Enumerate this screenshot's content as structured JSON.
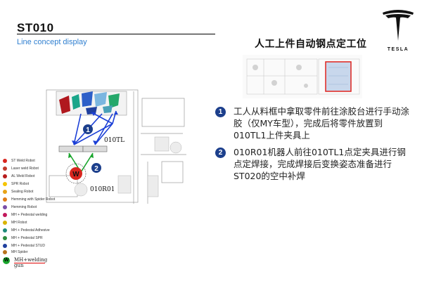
{
  "header": {
    "title": "ST010",
    "subtitle": "Line concept display"
  },
  "logo": {
    "wordmark": "TESLA",
    "icon": "tesla-t-logo",
    "color": "#c8161e"
  },
  "diagram": {
    "label_station_tl": "010TL",
    "label_station_r": "010R01",
    "callout_1": "1",
    "callout_2": "2",
    "robot_marker": "W"
  },
  "legend": {
    "items": [
      {
        "label": "ST Weld Robot",
        "color": "#d8261f"
      },
      {
        "label": "Laser weld Robot",
        "color": "#c0392b"
      },
      {
        "label": "AL Weld Robot",
        "color": "#b71c1c"
      },
      {
        "label": "SPR Robot",
        "color": "#f5c400"
      },
      {
        "label": "Sealing Robot",
        "color": "#e8a317"
      },
      {
        "label": "Hemming with Spider Robot",
        "color": "#e07b18"
      },
      {
        "label": "Hemming Robot",
        "color": "#7a4ea8"
      },
      {
        "label": "MH + Pedestal welding",
        "color": "#c2185b"
      },
      {
        "label": "MH Robot",
        "color": "#d9b300"
      },
      {
        "label": "MH + Pedestal Adhesive",
        "color": "#1f8a7a"
      },
      {
        "label": "MH + Pedestal SPR",
        "color": "#2e8b3e"
      },
      {
        "label": "MH + Pedestal STUD",
        "color": "#1f3f9e"
      },
      {
        "label": "MH Spider",
        "color": "#b8731c"
      }
    ],
    "weld_gun_label": "MH+welding gun",
    "weld_gun_letter": "W"
  },
  "right": {
    "title": "人工上件自动钢点定工位",
    "steps": [
      {
        "num": "1",
        "text": "工人从料框中拿取零件前往涂胶台进行手动涂胶（仅MY车型），完成后将零件放置到010TL1上件夹具上"
      },
      {
        "num": "2",
        "text": "010R01机器人前往010TL1点定夹具进行钢点定焊接，完成焊接后变换姿态准备进行ST020的空中补焊"
      }
    ]
  },
  "colors": {
    "accent_blue": "#2f7fd0",
    "step_badge": "#1c3f8c",
    "arrow_blue": "#1b3fd6",
    "arrow_green": "#19a52c",
    "robot_red": "#d8261f",
    "highlight_red": "#e0231c"
  }
}
